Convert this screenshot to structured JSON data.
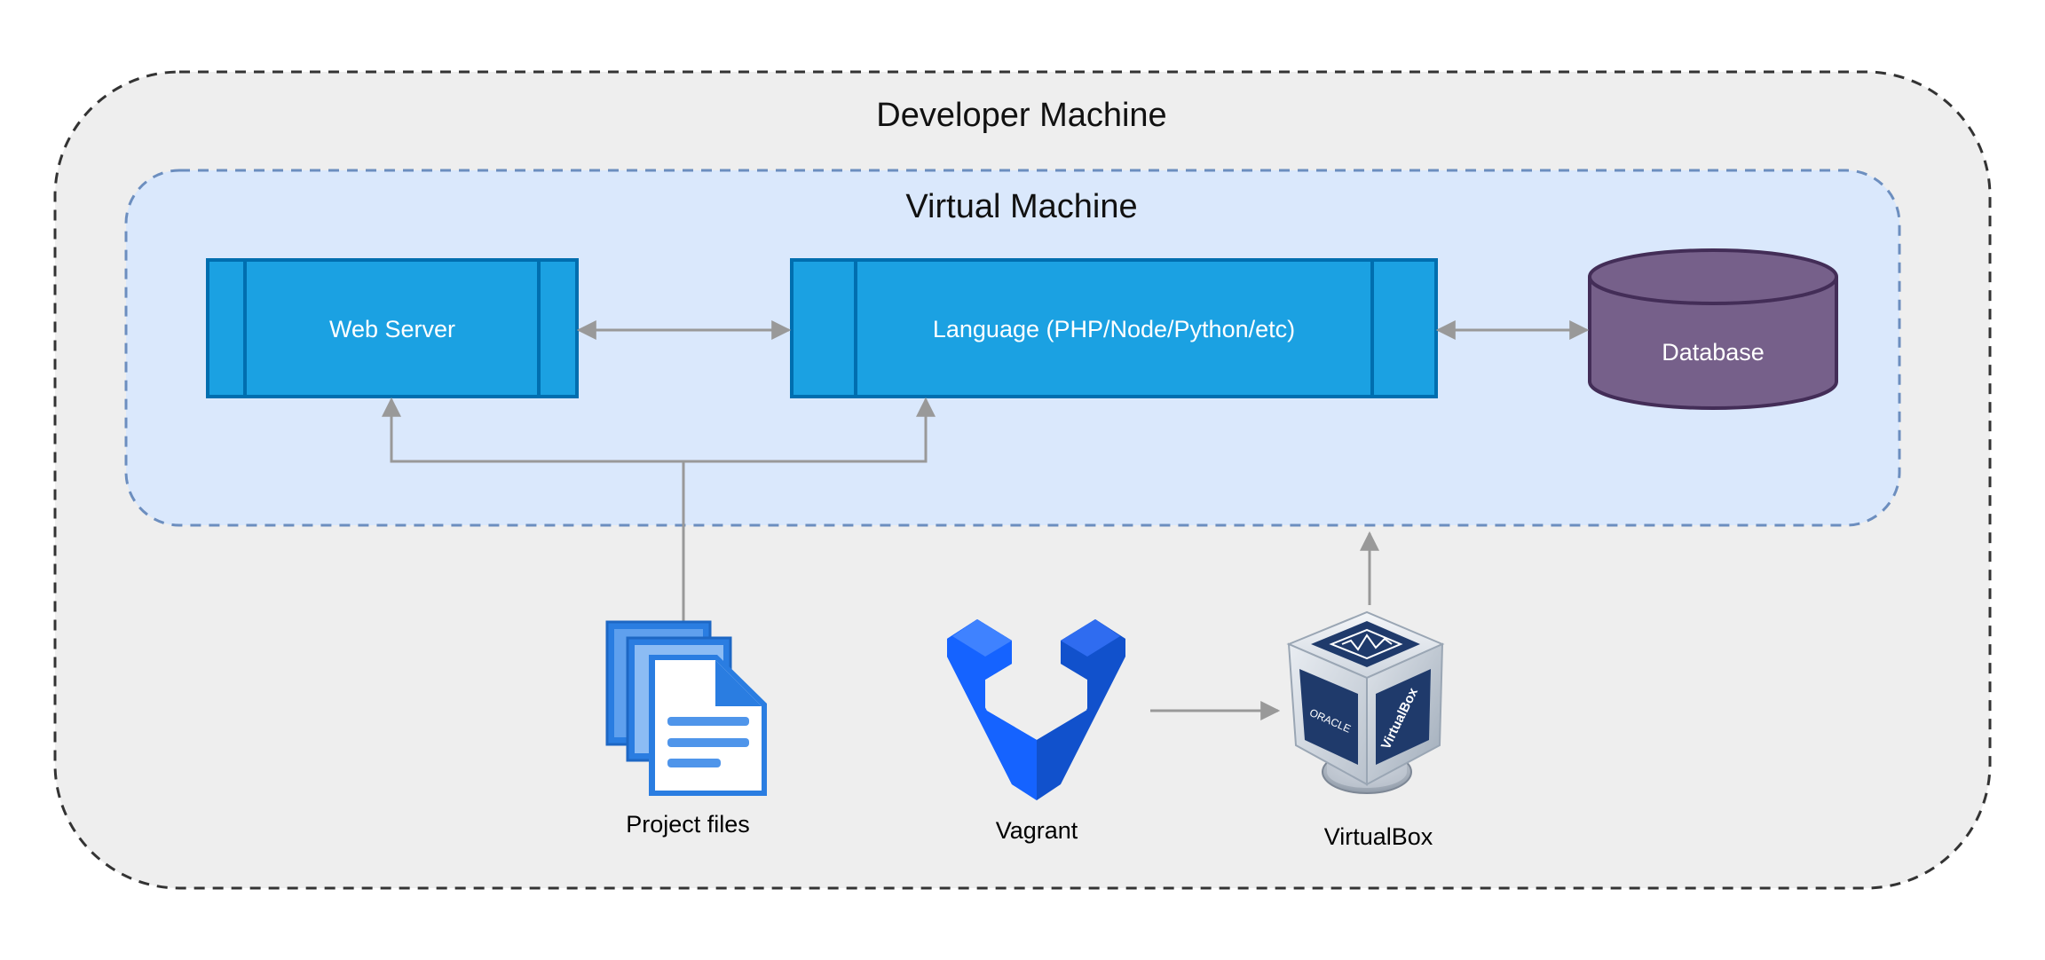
{
  "developer_machine": {
    "title": "Developer Machine"
  },
  "virtual_machine": {
    "title": "Virtual Machine"
  },
  "nodes": {
    "web_server": {
      "label": "Web Server"
    },
    "language": {
      "label": "Language (PHP/Node/Python/etc)"
    },
    "database": {
      "label": "Database"
    }
  },
  "tools": {
    "project_files": {
      "label": "Project files",
      "icon": "documents-icon"
    },
    "vagrant": {
      "label": "Vagrant",
      "icon": "vagrant-logo-icon"
    },
    "virtualbox": {
      "label": "VirtualBox",
      "icon": "virtualbox-cube-icon",
      "cube_side_left": "ORACLE",
      "cube_side_right": "VirtualBox"
    }
  },
  "colors": {
    "outer_fill": "#eeeeee",
    "outer_border": "#333333",
    "vm_fill": "#dae8fc",
    "vm_border": "#6c8ebf",
    "process_fill": "#1ba1e2",
    "process_border": "#006eaf",
    "db_fill": "#76608a",
    "db_border": "#432d57",
    "connector": "#999999",
    "vagrant_blue": "#1563ff",
    "vagrant_dark": "#1151cc"
  }
}
